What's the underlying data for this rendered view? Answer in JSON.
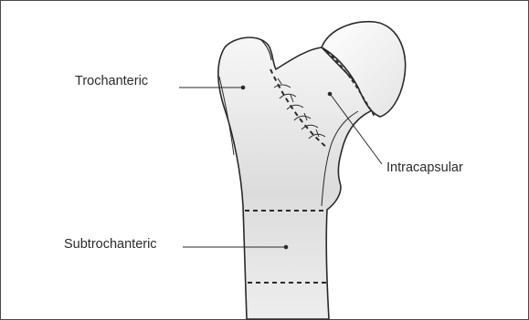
{
  "diagram": {
    "labels": {
      "trochanteric": "Trochanteric",
      "intracapsular": "Intracapsular",
      "subtrochanteric": "Subtrochanteric"
    }
  }
}
